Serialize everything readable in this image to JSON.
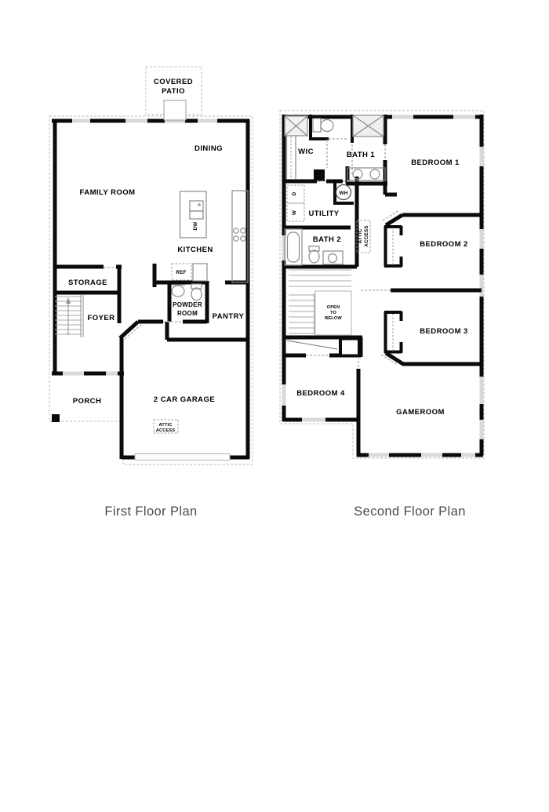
{
  "captions": {
    "first": "First Floor Plan",
    "second": "Second Floor Plan"
  },
  "colors": {
    "wall": "#0a0a0a",
    "window_fill": "#d9d9d9",
    "fixture_gray": "#8a8a8a",
    "dashed_outline": "#c7c7c7",
    "label_text": "#000000",
    "caption_text": "#4a4a4a"
  },
  "first_floor": {
    "labels": {
      "covered_patio_line1": "COVERED",
      "covered_patio_line2": "PATIO",
      "dining": "DINING",
      "family_room": "FAMILY ROOM",
      "kitchen": "KITCHEN",
      "dishwasher": "DW",
      "refrigerator": "REF",
      "storage": "STORAGE",
      "foyer": "FOYER",
      "powder_room_line1": "POWDER",
      "powder_room_line2": "ROOM",
      "pantry": "PANTRY",
      "porch": "PORCH",
      "garage": "2 CAR GARAGE",
      "attic_access_line1": "ATTIC",
      "attic_access_line2": "ACCESS"
    }
  },
  "second_floor": {
    "labels": {
      "wic": "WIC",
      "bath1": "BATH 1",
      "bedroom1": "BEDROOM 1",
      "water_heater": "WH",
      "dryer": "D",
      "washer": "W",
      "utility": "UTILITY",
      "bath2": "BATH 2",
      "attic_access_line1": "ATTIC",
      "attic_access_line2": "ACCESS",
      "bedroom2": "BEDROOM 2",
      "open_to_below_line1": "OPEN",
      "open_to_below_line2": "TO",
      "open_to_below_line3": "BELOW",
      "bedroom3": "BEDROOM 3",
      "bedroom4": "BEDROOM 4",
      "gameroom": "GAMEROOM"
    }
  }
}
